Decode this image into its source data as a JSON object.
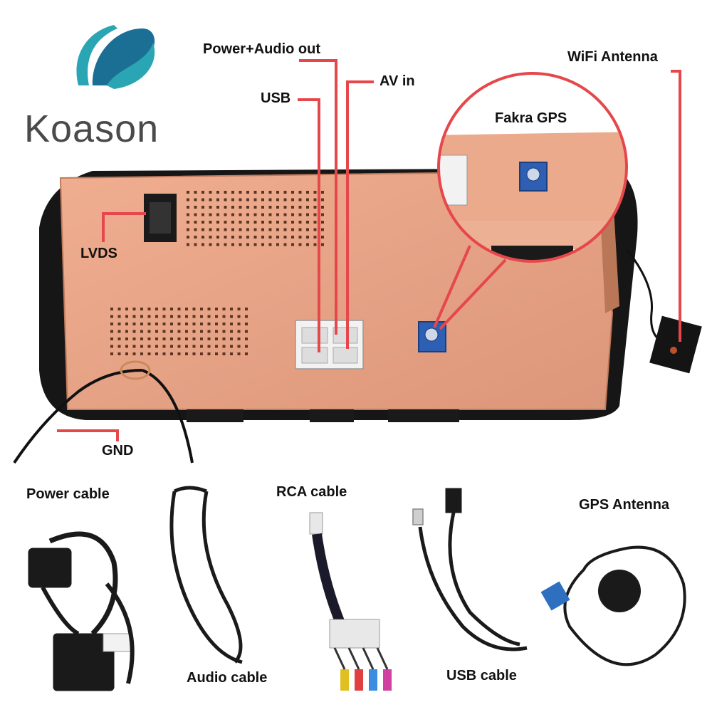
{
  "brand": {
    "name": "Koason",
    "logo_colors": [
      "#2aa5b4",
      "#1b5f88"
    ]
  },
  "callouts": {
    "power_audio_out": "Power+Audio out",
    "usb": "USB",
    "av_in": "AV in",
    "wifi_antenna": "WiFi Antenna",
    "fakra_gps": "Fakra GPS",
    "lvds": "LVDS",
    "gnd": "GND"
  },
  "accessories": {
    "power_cable": "Power cable",
    "audio_cable": "Audio cable",
    "rca_cable": "RCA cable",
    "usb_cable": "USB cable",
    "gps_antenna": "GPS Antenna"
  },
  "colors": {
    "leader": "#e5474b",
    "housing": "#e8a283",
    "housing_edge": "#c07a5c",
    "connector_blue": "#2e5fb3"
  }
}
